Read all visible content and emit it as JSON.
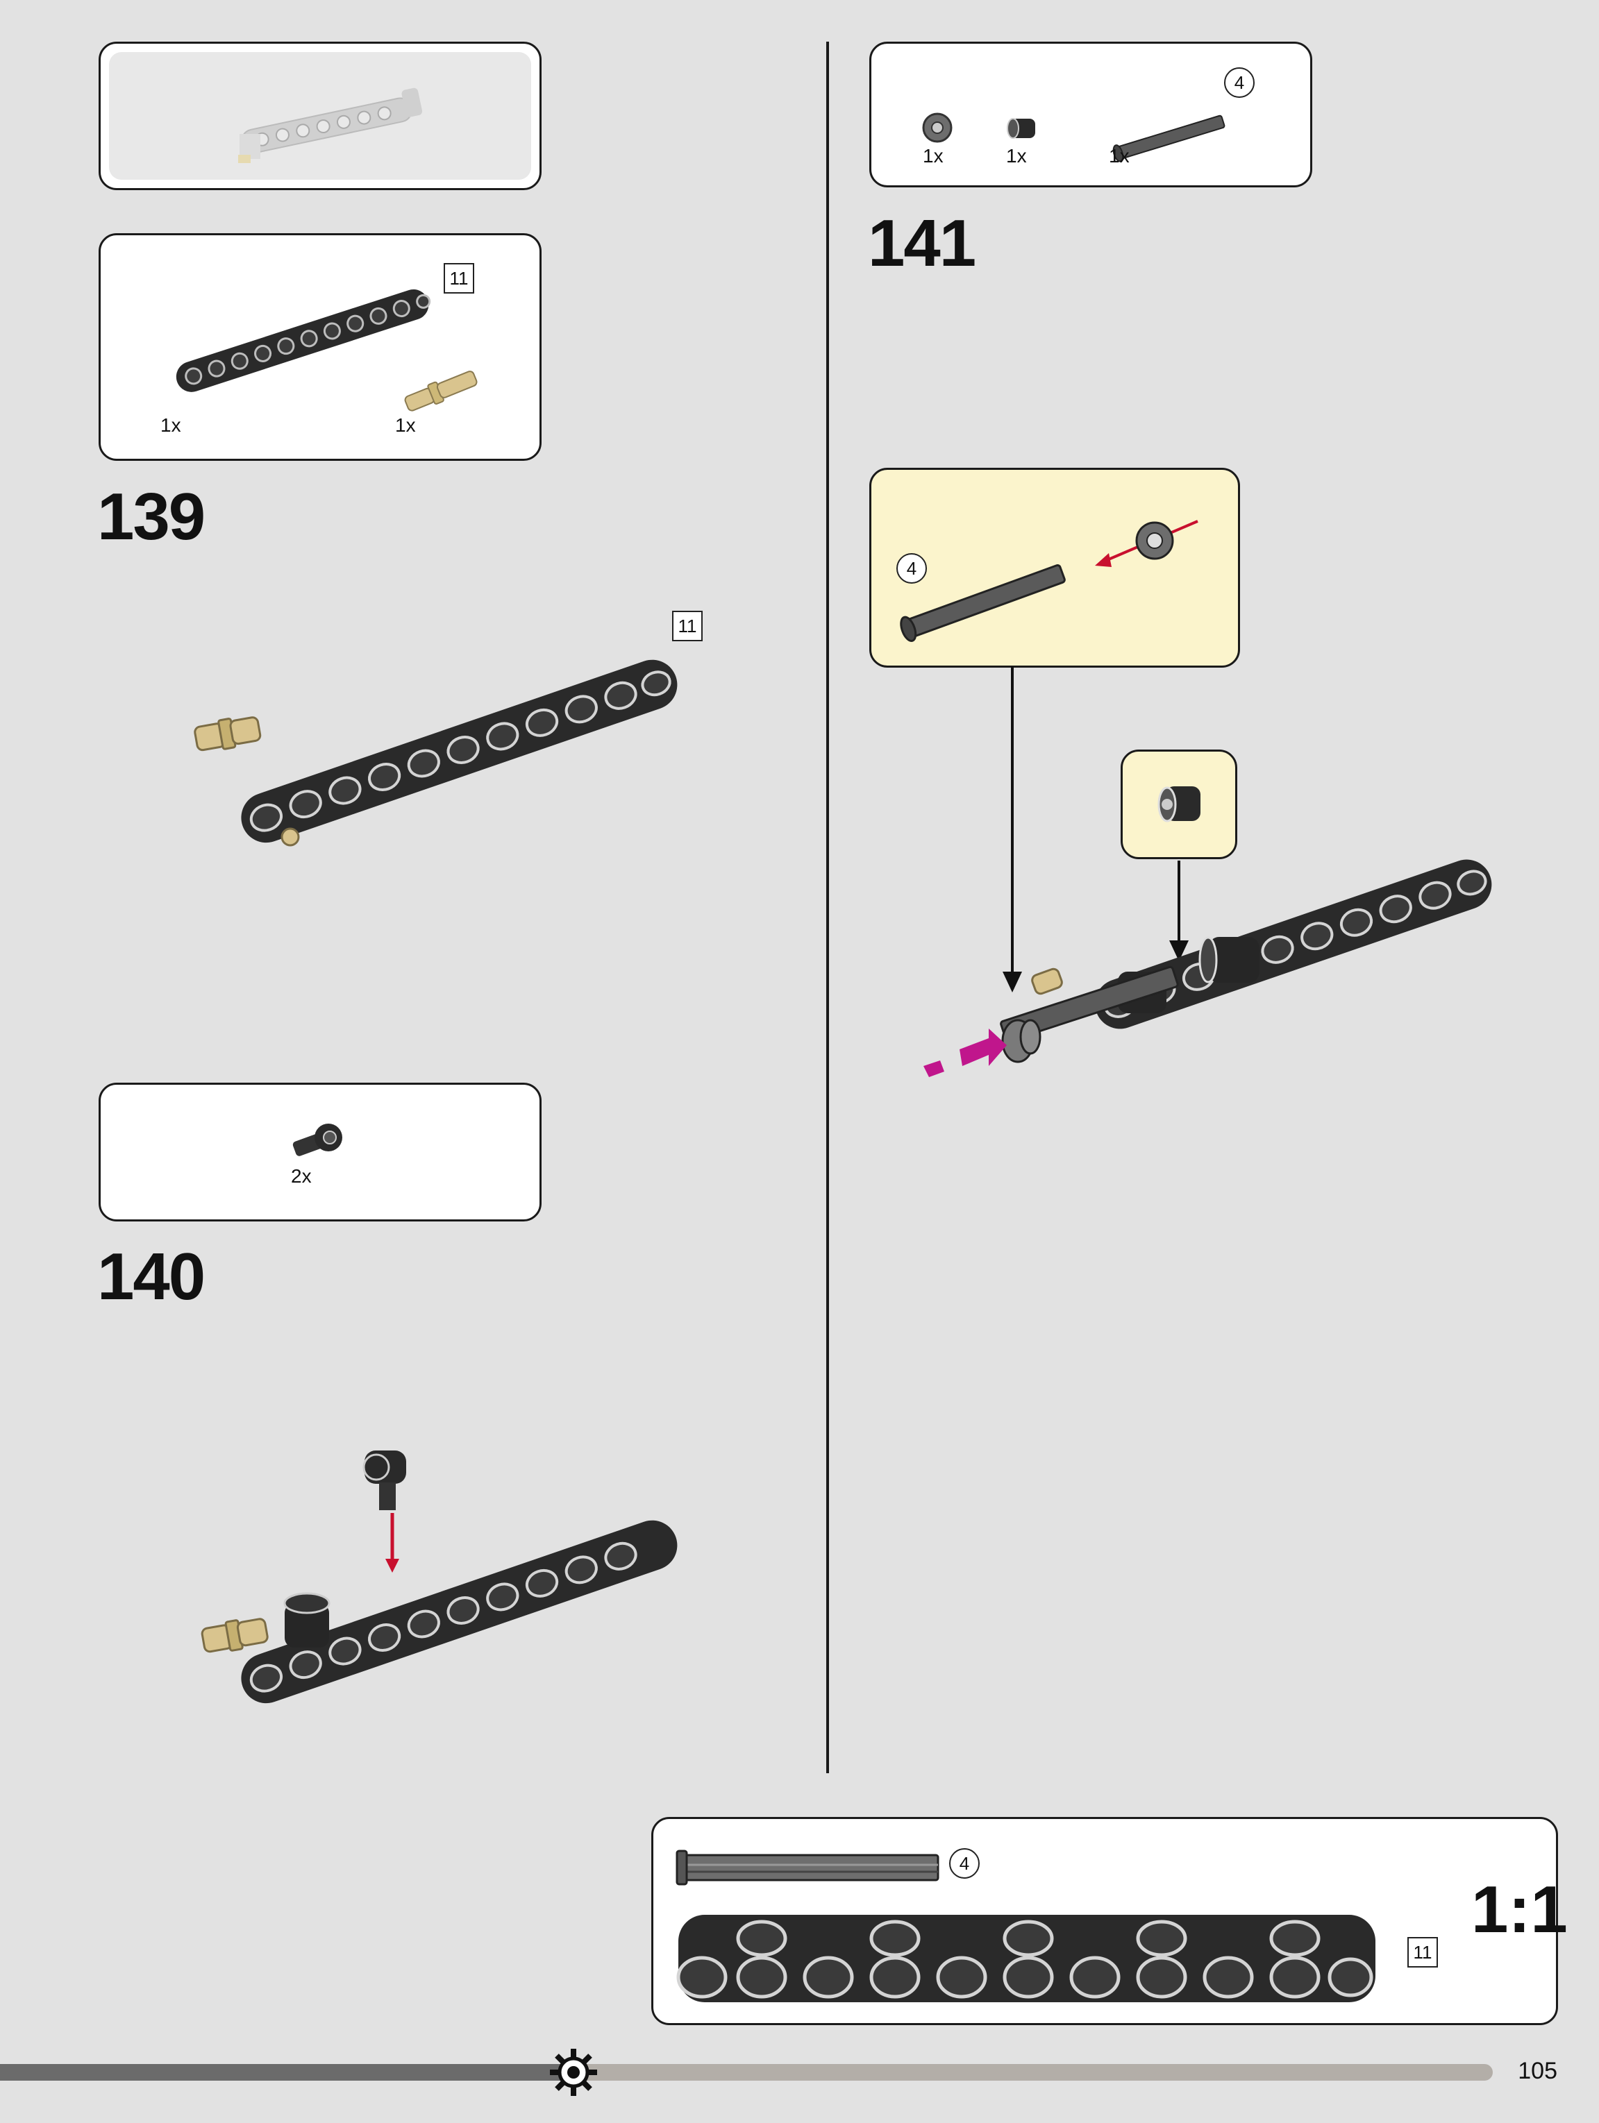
{
  "page": {
    "number": "105"
  },
  "steps": [
    {
      "number": "139",
      "parts": [
        {
          "qty": "1x",
          "label": "11"
        },
        {
          "qty": "1x"
        }
      ],
      "model_label": "11"
    },
    {
      "number": "140",
      "parts": [
        {
          "qty": "2x"
        }
      ]
    },
    {
      "number": "141",
      "parts": [
        {
          "qty": "1x"
        },
        {
          "qty": "1x"
        },
        {
          "qty": "1x",
          "label": "4"
        }
      ],
      "callout_label": "4"
    }
  ],
  "scale_box": {
    "axle_label": "4",
    "beam_label": "11",
    "ratio": "1:1"
  },
  "colors": {
    "background": "#e2e2e2",
    "callout": "#fbf4cc",
    "beam": "#2a2a2a",
    "pin": "#d9c48e",
    "arrow_red": "#c8102e",
    "push_arrow": "#c0168c"
  }
}
